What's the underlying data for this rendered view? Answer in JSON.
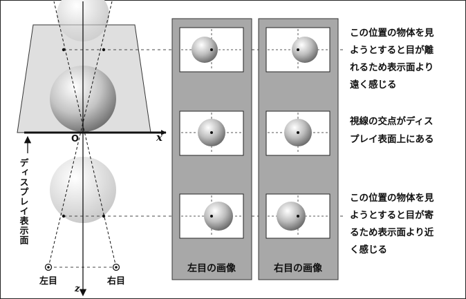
{
  "labels": {
    "origin": "O",
    "x_axis": "x",
    "z_axis": "z",
    "display_surface": "ディスプレイ表示面",
    "left_eye": "左目",
    "right_eye": "右目",
    "left_image_title": "左目の画像",
    "right_image_title": "右目の画像"
  },
  "captions": {
    "far": [
      "この位置の物体を見",
      "ようとすると目が離",
      "れるため表示面より",
      "遠く感じる"
    ],
    "on_screen": [
      "視線の交点がディス",
      "プレイ表面上にある"
    ],
    "near": [
      "この位置の物体を見",
      "ようとすると目が寄",
      "るため表示面より近",
      "く感じる"
    ]
  },
  "colors": {
    "panel_bg": "#a8a8a8",
    "screen_plane": "#d9d9d9",
    "sphere_light": "#ffffff",
    "sphere_dark": "#707070"
  }
}
